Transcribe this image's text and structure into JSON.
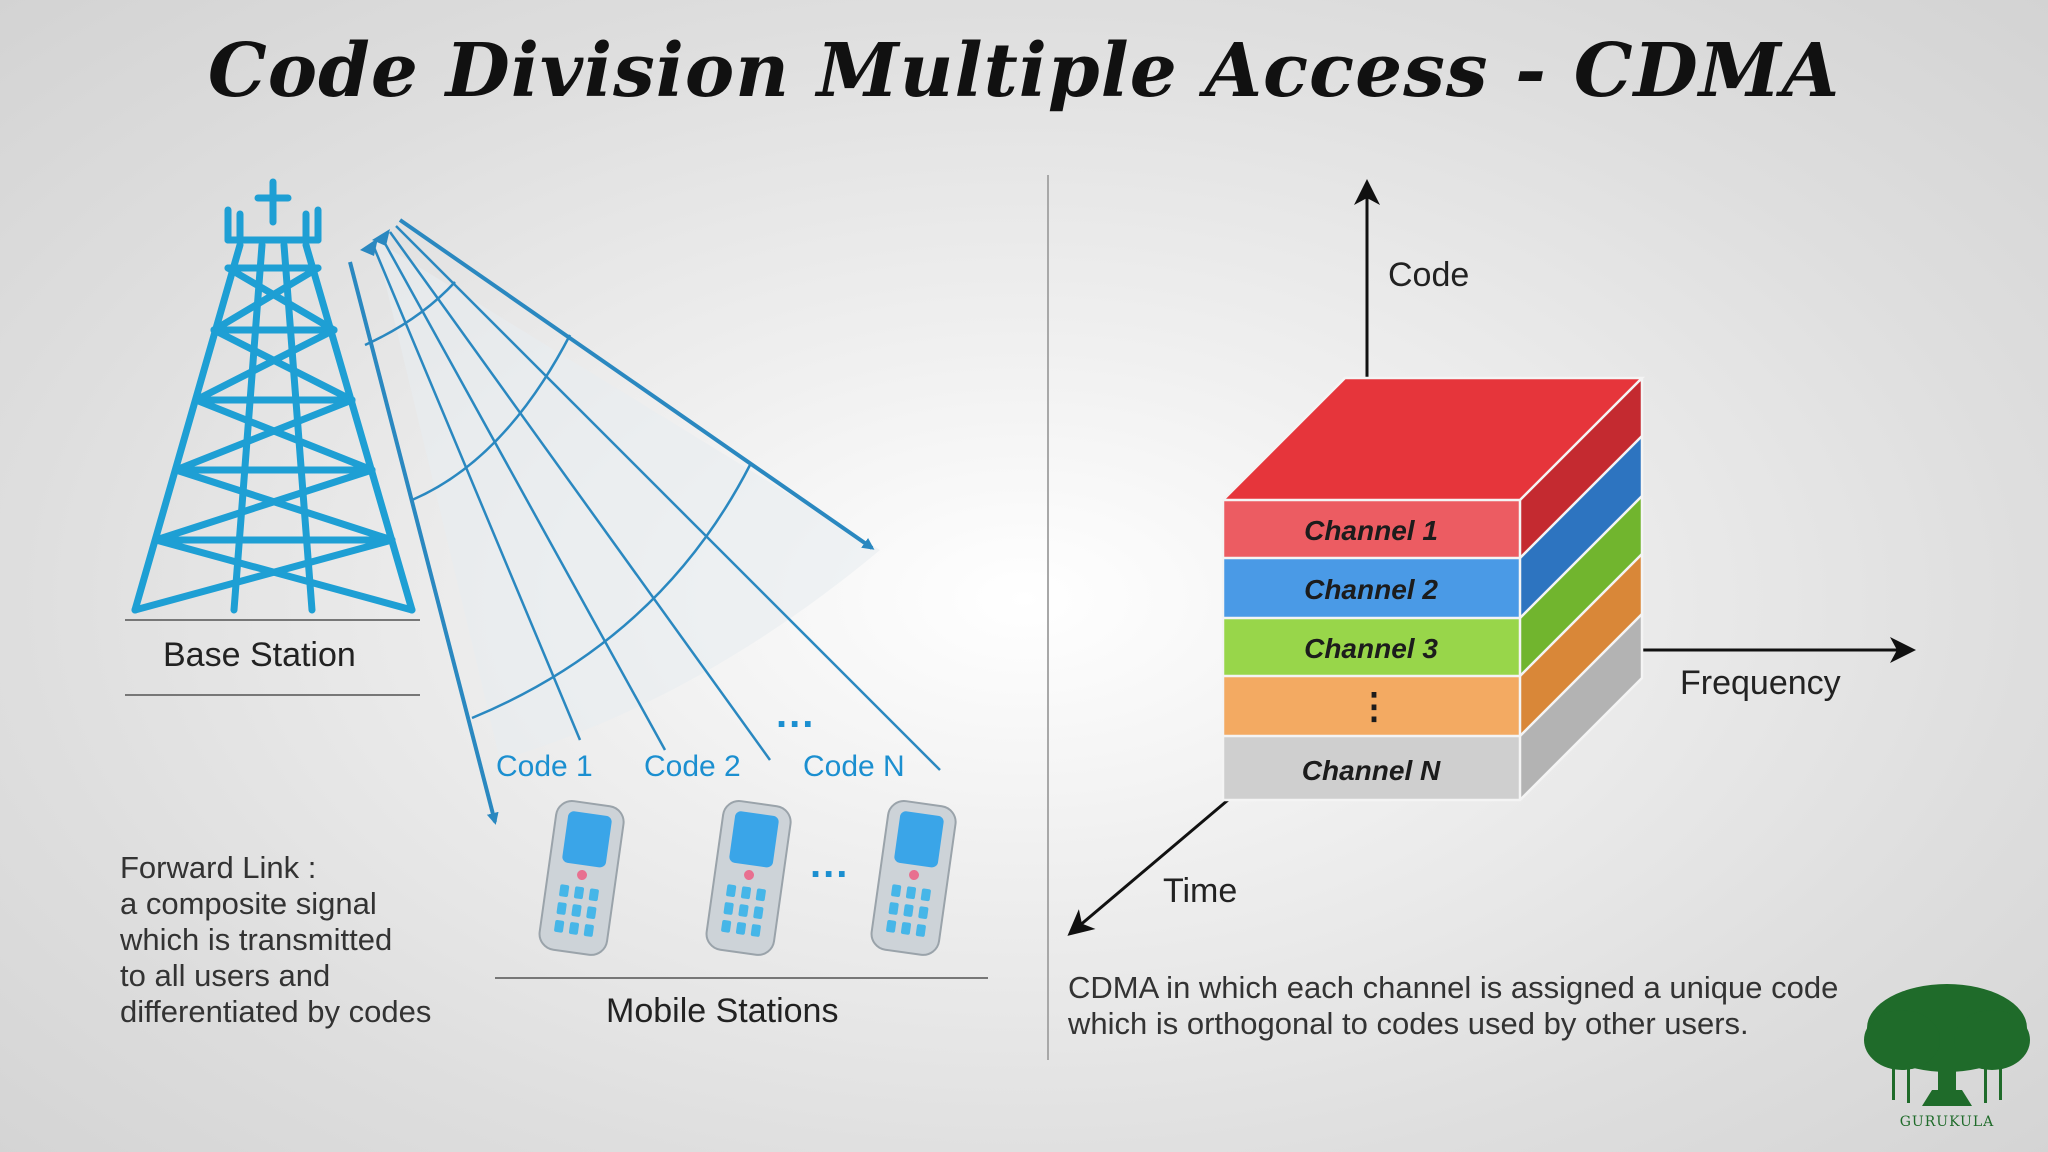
{
  "title": "Code Division Multiple Access - CDMA",
  "left": {
    "base_station_label": "Base Station",
    "code_labels": [
      "Code 1",
      "Code 2",
      "Code N"
    ],
    "dots_label": "...",
    "mobile_stations_label": "Mobile Stations",
    "forward_link": {
      "heading": "Forward Link :",
      "lines": [
        "a composite signal",
        "which is transmitted",
        "to all users and",
        "differentiated by codes"
      ]
    }
  },
  "right": {
    "axis_labels": {
      "code": "Code",
      "frequency": "Frequency",
      "time": "Time"
    },
    "channels": [
      {
        "label": "Channel 1",
        "color": "#e8444a"
      },
      {
        "label": "Channel 2",
        "color": "#3b8fe0"
      },
      {
        "label": "Channel 3",
        "color": "#8ed23d"
      },
      {
        "label": "⋮",
        "color": "#f0a355"
      },
      {
        "label": "Channel N",
        "color": "#cccccc"
      }
    ],
    "note_lines": [
      "CDMA in which each channel is assigned a unique code",
      "which is orthogonal to codes used by other users."
    ]
  },
  "logo_text": "GURUKULA",
  "colors": {
    "tower": "#1e9fd4",
    "beam": "#2a88c0",
    "code_text": "#1b8fd0"
  }
}
